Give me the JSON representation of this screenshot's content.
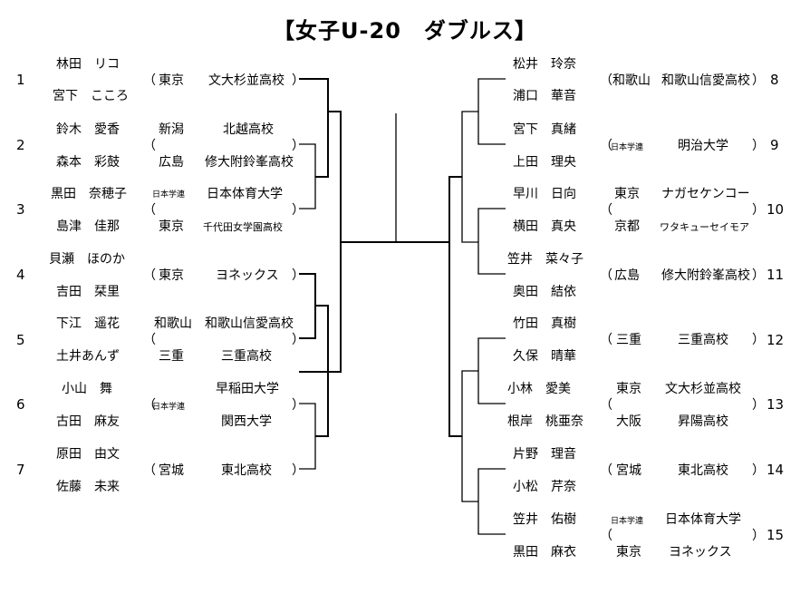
{
  "title": "【女子U-20　ダブルス】",
  "open_paren": "（",
  "close_paren": "）",
  "left": [
    {
      "seed": "1",
      "p1": "林田　リコ",
      "p2": "宮下　こころ",
      "pref": "東京",
      "school": "文大杉並高校"
    },
    {
      "seed": "2",
      "p1": "鈴木　愛香",
      "p2": "森本　彩鼓",
      "pref1": "新潟",
      "school1": "北越高校",
      "pref2": "広島",
      "school2": "修大附鈴峯高校"
    },
    {
      "seed": "3",
      "p1": "黒田　奈穂子",
      "p2": "島津　佳那",
      "pref1": "日本学連",
      "school1": "日本体育大学",
      "pref2": "東京",
      "school2": "千代田女学園高校"
    },
    {
      "seed": "4",
      "p1": "貝瀬　ほのか",
      "p2": "吉田　栞里",
      "pref": "東京",
      "school": "ヨネックス"
    },
    {
      "seed": "5",
      "p1": "下江　遥花",
      "p2": "土井あんず",
      "pref1": "和歌山",
      "school1": "和歌山信愛高校",
      "pref2": "三重",
      "school2": "三重高校"
    },
    {
      "seed": "6",
      "p1": "小山　舞",
      "p2": "古田　麻友",
      "pref": "日本学連",
      "school1": "早稲田大学",
      "school2": "関西大学"
    },
    {
      "seed": "7",
      "p1": "原田　由文",
      "p2": "佐藤　未来",
      "pref": "宮城",
      "school": "東北高校"
    }
  ],
  "right": [
    {
      "seed": "8",
      "p1": "松井　玲奈",
      "p2": "浦口　華音",
      "pref": "和歌山",
      "school": "和歌山信愛高校"
    },
    {
      "seed": "9",
      "p1": "宮下　真緒",
      "p2": "上田　理央",
      "pref": "日本学連",
      "school": "明治大学"
    },
    {
      "seed": "10",
      "p1": "早川　日向",
      "p2": "横田　真央",
      "pref1": "東京",
      "school1": "ナガセケンコー",
      "pref2": "京都",
      "school2": "ワタキューセイモア"
    },
    {
      "seed": "11",
      "p1": "笠井　菜々子",
      "p2": "奥田　結依",
      "pref": "広島",
      "school": "修大附鈴峯高校"
    },
    {
      "seed": "12",
      "p1": "竹田　真樹",
      "p2": "久保　晴華",
      "pref": "三重",
      "school": "三重高校"
    },
    {
      "seed": "13",
      "p1": "小林　愛美",
      "p2": "根岸　桃亜奈",
      "pref1": "東京",
      "school1": "文大杉並高校",
      "pref2": "大阪",
      "school2": "昇陽高校"
    },
    {
      "seed": "14",
      "p1": "片野　理音",
      "p2": "小松　芹奈",
      "pref": "宮城",
      "school": "東北高校"
    },
    {
      "seed": "15",
      "p1": "笠井　佑樹",
      "p2": "黒田　麻衣",
      "pref1": "日本学連",
      "school1": "日本体育大学",
      "pref2": "東京",
      "school2": "ヨネックス"
    }
  ]
}
